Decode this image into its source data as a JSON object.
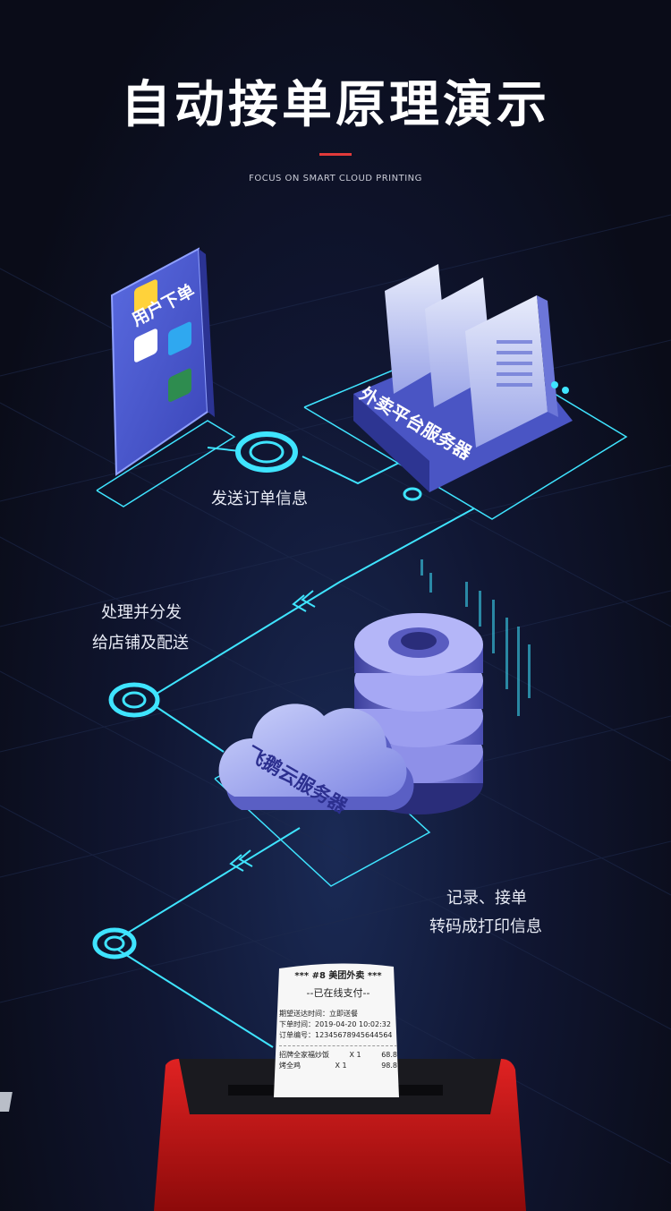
{
  "header": {
    "title": "自动接单原理演示",
    "subtitle": "FOCUS ON SMART CLOUD PRINTING"
  },
  "phone": {
    "label": "用户下单"
  },
  "platform_server": {
    "label": "外卖平台服务器"
  },
  "cloud_server": {
    "label": "飞鹅云服务器"
  },
  "steps": {
    "send": "发送订单信息",
    "dispatch_line1": "处理并分发",
    "dispatch_line2": "给店铺及配送",
    "record_line1": "记录、接单",
    "record_line2": "转码成打印信息"
  },
  "receipt": {
    "line_header": "*** #8 美团外卖 ***",
    "line_paid": "--已在线支付--",
    "line_delivery": "期望送达时间：立即送餐",
    "line_time": "下单时间：2019-04-20 10:02:32",
    "line_order": "订单编号：12345678945644564",
    "items": [
      {
        "name": "招牌全家福炒饭",
        "qty": "X 1",
        "price": "68.8"
      },
      {
        "name": "烤全鸡",
        "qty": "X 1",
        "price": "98.8"
      }
    ]
  },
  "colors": {
    "line": "#3fe4ff",
    "accent": "#e23a3a",
    "printer": "#d41c1c"
  }
}
